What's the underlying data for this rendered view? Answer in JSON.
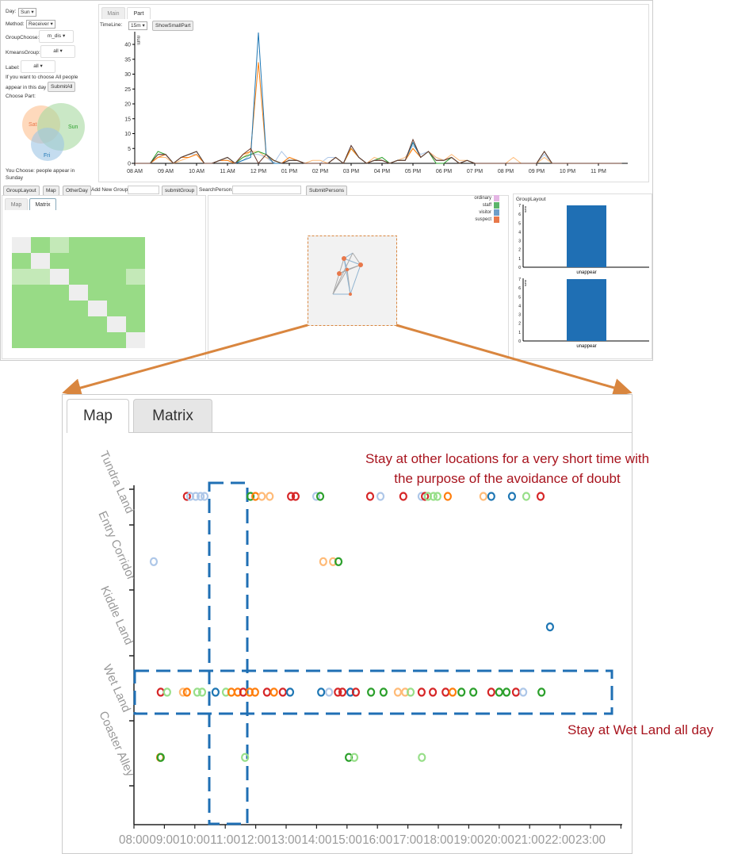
{
  "controls": {
    "day_label": "Day:",
    "day_value": "Sun",
    "method_label": "Method:",
    "method_value": "Receiver",
    "group_choose_label": "GroupChoose:",
    "group_choose_value": "m_dis",
    "kmeans_label": "KmeansGroup:",
    "kmeans_value": "all",
    "label_label": "Label:",
    "label_value": "all",
    "all_people_text_1": "If you want to choose All people",
    "all_people_text_2": "appear in this day",
    "submit_all": "SubmitAll",
    "choose_part": "Choose Part:",
    "venn": [
      "Sat",
      "Sun",
      "Fri"
    ],
    "you_choose": "You Choose: people appear in Sunday",
    "caret": "▾"
  },
  "top_tabs": [
    "Main",
    "Part"
  ],
  "timeline": {
    "label": "TimeLine:",
    "value": "15m",
    "button": "ShowSmallPart"
  },
  "toolbar": {
    "group_layout": "GroupLayout",
    "map": "Map",
    "other_day": "OtherDay",
    "add_new_group": "Add New Group:",
    "submit_group": "submitGroup",
    "search_person": "SearchPerson:",
    "submit_persons": "SubmitPersons"
  },
  "matrix_tabs": [
    "Map",
    "Matrix"
  ],
  "matrix": [
    [
      0,
      1,
      2,
      1,
      1,
      1,
      1
    ],
    [
      1,
      0,
      1,
      1,
      1,
      1,
      1
    ],
    [
      2,
      2,
      0,
      1,
      1,
      1,
      2
    ],
    [
      1,
      1,
      1,
      0,
      1,
      1,
      1
    ],
    [
      1,
      1,
      1,
      1,
      0,
      1,
      1
    ],
    [
      1,
      1,
      1,
      1,
      1,
      0,
      1
    ],
    [
      1,
      1,
      1,
      1,
      1,
      1,
      0
    ]
  ],
  "legend": [
    {
      "label": "ordinary",
      "color": "#e4b6e4"
    },
    {
      "label": "staff",
      "color": "#5bb56b"
    },
    {
      "label": "visitor",
      "color": "#6d9ec8"
    },
    {
      "label": "suspect",
      "color": "#e8784a"
    }
  ],
  "group_layout": {
    "title": "GroupLayout"
  },
  "zoom_tabs": [
    "Map",
    "Matrix"
  ],
  "annotations": {
    "short_stay_1": "Stay at other locations for a very short time with",
    "short_stay_2": "the purpose of the avoidance of doubt",
    "wet_land": "Stay at Wet Land all day"
  },
  "colors": {
    "accent": "#1f6fb4",
    "arrow": "#d9863f",
    "annotation": "#a8141e"
  },
  "chart_data": [
    {
      "type": "line",
      "ylabel": "num",
      "ylim": [
        0,
        44
      ],
      "yticks": [
        0,
        5,
        10,
        15,
        20,
        25,
        30,
        35,
        40
      ],
      "xticks": [
        "08 AM",
        "09 AM",
        "10 AM",
        "11 AM",
        "12 PM",
        "01 PM",
        "02 PM",
        "03 PM",
        "04 PM",
        "05 PM",
        "06 PM",
        "07 PM",
        "08 PM",
        "09 PM",
        "10 PM",
        "11 PM"
      ],
      "x_start_hour": 8,
      "x_step_minutes": 15,
      "series": [
        {
          "name": "light-blue",
          "color": "#aec7e8",
          "values": [
            0,
            0,
            0,
            2,
            3,
            0,
            2,
            3,
            3,
            0,
            0,
            1,
            1,
            0,
            1,
            3,
            3,
            2,
            0,
            4,
            1,
            1,
            0,
            0,
            0,
            2,
            2,
            0,
            5,
            2,
            0,
            1,
            1,
            0,
            1,
            2,
            6,
            3,
            4,
            2,
            1,
            2,
            0,
            1,
            0,
            0,
            0,
            0,
            0,
            0,
            0,
            0,
            0,
            3,
            0,
            0,
            0,
            0,
            0,
            0,
            0,
            0,
            0,
            0
          ]
        },
        {
          "name": "light-orange",
          "color": "#ffbb78",
          "values": [
            0,
            0,
            0,
            2,
            2,
            0,
            1,
            2,
            3,
            0,
            0,
            1,
            1,
            0,
            2,
            4,
            4,
            2,
            1,
            0,
            2,
            1,
            0,
            1,
            1,
            0,
            2,
            0,
            5,
            2,
            0,
            2,
            1,
            0,
            1,
            2,
            5,
            2,
            4,
            2,
            1,
            3,
            1,
            1,
            0,
            0,
            0,
            0,
            0,
            2,
            0,
            0,
            0,
            2,
            0,
            0,
            0,
            0,
            0,
            0,
            0,
            0,
            0,
            0
          ]
        },
        {
          "name": "green",
          "color": "#2ca02c",
          "values": [
            0,
            0,
            0,
            4,
            3,
            0,
            2,
            3,
            4,
            0,
            0,
            1,
            2,
            0,
            2,
            3,
            4,
            3,
            1,
            0,
            1,
            1,
            0,
            0,
            0,
            0,
            2,
            0,
            5,
            2,
            0,
            1,
            2,
            0,
            1,
            1,
            7,
            2,
            4,
            0,
            0,
            2,
            0,
            1,
            0,
            0,
            0,
            0,
            0,
            0,
            0,
            0,
            0,
            4,
            0,
            0,
            0,
            0,
            0,
            0,
            0,
            0,
            0,
            0
          ]
        },
        {
          "name": "orange",
          "color": "#ff7f0e",
          "values": [
            0,
            0,
            0,
            2,
            3,
            0,
            2,
            2,
            3,
            0,
            0,
            1,
            1,
            0,
            3,
            4,
            34,
            3,
            0,
            0,
            2,
            1,
            0,
            0,
            0,
            0,
            2,
            0,
            5,
            2,
            0,
            1,
            1,
            0,
            1,
            1,
            5,
            2,
            4,
            1,
            1,
            2,
            0,
            1,
            0,
            0,
            0,
            0,
            0,
            0,
            0,
            0,
            0,
            4,
            0,
            0,
            0,
            0,
            0,
            0,
            0,
            0,
            0,
            0
          ]
        },
        {
          "name": "blue",
          "color": "#1f77b4",
          "values": [
            0,
            0,
            0,
            3,
            3,
            0,
            2,
            3,
            4,
            0,
            0,
            1,
            2,
            0,
            1,
            2,
            44,
            3,
            0,
            0,
            1,
            1,
            0,
            0,
            0,
            0,
            2,
            0,
            6,
            2,
            0,
            1,
            1,
            0,
            1,
            1,
            7,
            2,
            4,
            1,
            1,
            2,
            0,
            1,
            0,
            0,
            0,
            0,
            0,
            0,
            0,
            0,
            0,
            4,
            0,
            0,
            0,
            0,
            0,
            0,
            0,
            0,
            0,
            0
          ]
        },
        {
          "name": "dark",
          "color": "#6b3b2e",
          "values": [
            0,
            0,
            0,
            3,
            3,
            0,
            2,
            3,
            4,
            0,
            0,
            1,
            2,
            0,
            3,
            5,
            0,
            3,
            1,
            0,
            1,
            1,
            0,
            0,
            0,
            0,
            2,
            0,
            6,
            2,
            0,
            1,
            1,
            0,
            1,
            1,
            8,
            2,
            4,
            1,
            1,
            2,
            0,
            1,
            0,
            0,
            0,
            0,
            0,
            0,
            0,
            0,
            0,
            4,
            0,
            0,
            0,
            0,
            0,
            0,
            0,
            0,
            0,
            0
          ]
        }
      ]
    },
    {
      "type": "bar",
      "categories": [
        "unappear"
      ],
      "values": [
        7
      ],
      "ylabel": "num",
      "ylim": [
        0,
        7
      ],
      "yticks": [
        0,
        1,
        2,
        3,
        4,
        5,
        6,
        7
      ]
    },
    {
      "type": "bar",
      "categories": [
        "unappear"
      ],
      "values": [
        7
      ],
      "ylabel": "num",
      "ylim": [
        0,
        7
      ],
      "yticks": [
        0,
        1,
        2,
        3,
        4,
        5,
        6,
        7
      ]
    },
    {
      "type": "scatter",
      "categories": [
        "Tundra Land",
        "Entry Corridor",
        "Kiddle Land",
        "Wet Land",
        "Coaster Alley"
      ],
      "xticks": [
        "08:00",
        "09:00",
        "10:00",
        "11:00",
        "12:00",
        "13:00",
        "14:00",
        "15:00",
        "16:00",
        "17:00",
        "18:00",
        "19:00",
        "20:00",
        "21:00",
        "22:00",
        "23:00"
      ],
      "xlim": [
        8,
        24
      ],
      "palette": {
        "r": "#d62728",
        "b": "#1f77b4",
        "g": "#2ca02c",
        "o": "#ff7f0e",
        "lb": "#aec7e8",
        "lo": "#ffbb78",
        "lg": "#98df8a"
      },
      "points": [
        [
          9.74,
          0,
          "r"
        ],
        [
          9.85,
          0,
          "lb"
        ],
        [
          10.03,
          0,
          "lb"
        ],
        [
          10.19,
          0,
          "lb"
        ],
        [
          10.32,
          0,
          "lb"
        ],
        [
          11.83,
          0,
          "g"
        ],
        [
          11.99,
          0,
          "o"
        ],
        [
          12.2,
          0,
          "lo"
        ],
        [
          12.46,
          0,
          "lo"
        ],
        [
          13.16,
          0,
          "r"
        ],
        [
          13.31,
          0,
          "r"
        ],
        [
          13.99,
          0,
          "lb"
        ],
        [
          14.12,
          0,
          "g"
        ],
        [
          15.76,
          0,
          "r"
        ],
        [
          16.1,
          0,
          "lb"
        ],
        [
          16.85,
          0,
          "r"
        ],
        [
          17.45,
          0,
          "lb"
        ],
        [
          17.56,
          0,
          "r"
        ],
        [
          17.66,
          0,
          "lg"
        ],
        [
          17.84,
          0,
          "lg"
        ],
        [
          17.97,
          0,
          "lg"
        ],
        [
          18.31,
          0,
          "o"
        ],
        [
          19.48,
          0,
          "lo"
        ],
        [
          19.74,
          0,
          "b"
        ],
        [
          20.42,
          0,
          "b"
        ],
        [
          20.89,
          0,
          "lg"
        ],
        [
          21.36,
          0,
          "r"
        ],
        [
          8.65,
          1,
          "lb"
        ],
        [
          14.22,
          1,
          "lo"
        ],
        [
          14.54,
          1,
          "lo"
        ],
        [
          14.72,
          1,
          "g"
        ],
        [
          21.67,
          2,
          "b"
        ],
        [
          8.88,
          3,
          "r"
        ],
        [
          9.09,
          3,
          "lg"
        ],
        [
          9.61,
          3,
          "lo"
        ],
        [
          9.74,
          3,
          "o"
        ],
        [
          10.08,
          3,
          "lg"
        ],
        [
          10.24,
          3,
          "lg"
        ],
        [
          10.68,
          3,
          "b"
        ],
        [
          11.02,
          3,
          "lg"
        ],
        [
          11.2,
          3,
          "o"
        ],
        [
          11.41,
          3,
          "o"
        ],
        [
          11.59,
          3,
          "r"
        ],
        [
          11.8,
          3,
          "o"
        ],
        [
          11.98,
          3,
          "o"
        ],
        [
          12.37,
          3,
          "r"
        ],
        [
          12.6,
          3,
          "o"
        ],
        [
          12.89,
          3,
          "r"
        ],
        [
          13.13,
          3,
          "b"
        ],
        [
          14.15,
          3,
          "b"
        ],
        [
          14.41,
          3,
          "lb"
        ],
        [
          14.7,
          3,
          "r"
        ],
        [
          14.85,
          3,
          "r"
        ],
        [
          15.11,
          3,
          "b"
        ],
        [
          15.29,
          3,
          "r"
        ],
        [
          15.79,
          3,
          "g"
        ],
        [
          16.2,
          3,
          "g"
        ],
        [
          16.67,
          3,
          "lo"
        ],
        [
          16.91,
          3,
          "lo"
        ],
        [
          17.09,
          3,
          "lg"
        ],
        [
          17.45,
          3,
          "r"
        ],
        [
          17.82,
          3,
          "r"
        ],
        [
          18.24,
          3,
          "r"
        ],
        [
          18.47,
          3,
          "o"
        ],
        [
          18.76,
          3,
          "g"
        ],
        [
          19.15,
          3,
          "g"
        ],
        [
          19.74,
          3,
          "r"
        ],
        [
          20,
          3,
          "g"
        ],
        [
          20.24,
          3,
          "g"
        ],
        [
          20.55,
          3,
          "r"
        ],
        [
          20.79,
          3,
          "lb"
        ],
        [
          21.39,
          3,
          "g"
        ],
        [
          8.86,
          4,
          "o"
        ],
        [
          8.88,
          4,
          "g"
        ],
        [
          11.65,
          4,
          "lg"
        ],
        [
          15.06,
          4,
          "g"
        ],
        [
          15.24,
          4,
          "lg"
        ],
        [
          17.46,
          4,
          "lg"
        ]
      ]
    }
  ]
}
